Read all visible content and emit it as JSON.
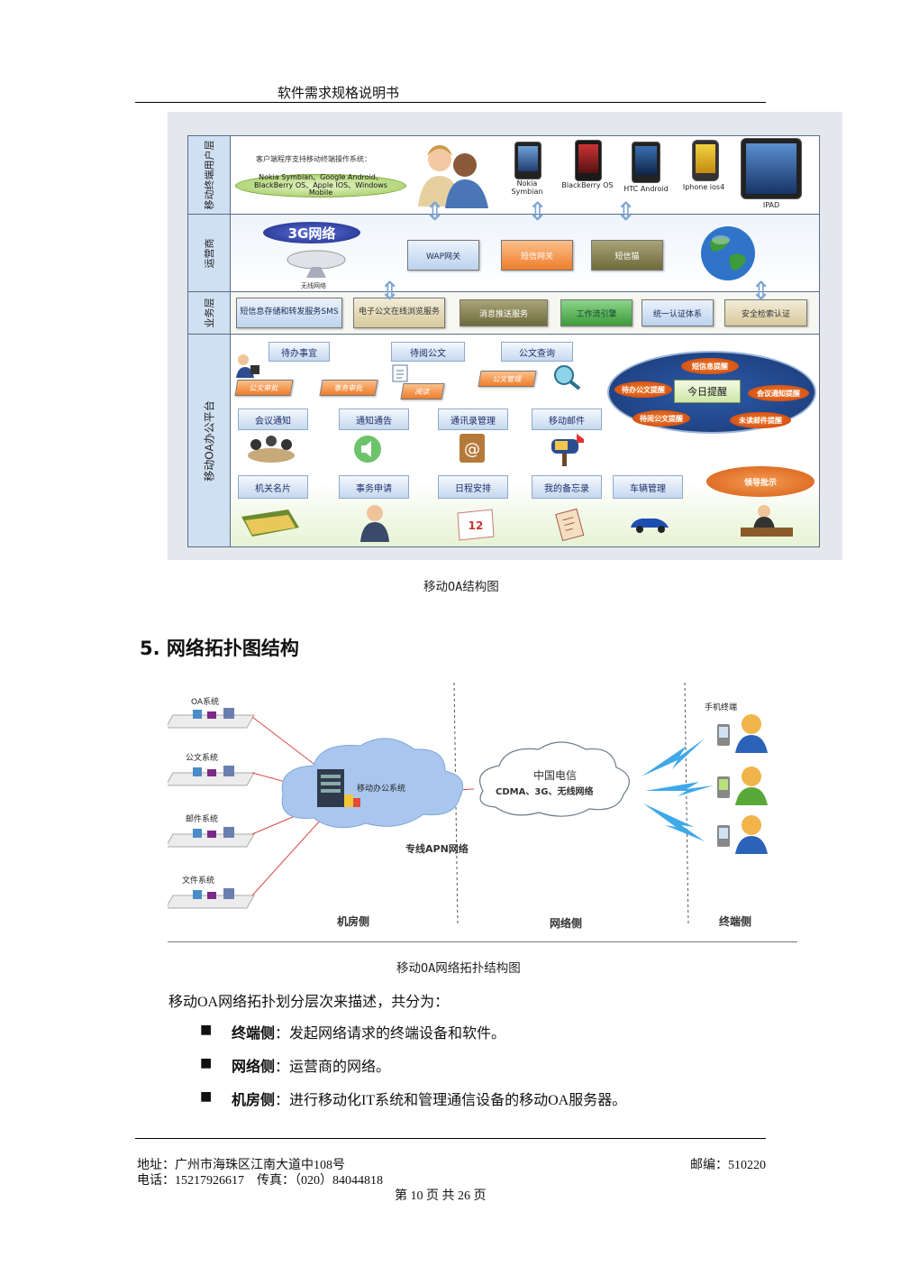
{
  "header": {
    "title": "软件需求规格说明书"
  },
  "figure1": {
    "caption": "移动OA结构图",
    "layers": {
      "users": "移动终端用户层",
      "carrier": "运营商",
      "service": "业务层",
      "platform": "移动OA办公平台"
    },
    "client_intro": "客户端程序支持移动终端操作系统：",
    "os_list": "Nokia Symbian、Google Android、BlackBerry OS、Apple IOS、Windows Mobile",
    "devices": [
      {
        "label": "Nokia Symbian"
      },
      {
        "label": "BlackBerry OS"
      },
      {
        "label": "HTC Android"
      },
      {
        "label": "Iphone  ios4"
      },
      {
        "label": "IPAD"
      }
    ],
    "network_3g": "3G网络",
    "wireless": "无线网络",
    "gateways": [
      "WAP网关",
      "短信网关",
      "短信猫"
    ],
    "services": [
      "短信息存储和转发服务SMS",
      "电子公文在线浏览服务",
      "消息推送服务",
      "工作流引擎",
      "统一认证体系",
      "安全检索认证"
    ],
    "flow": {
      "todo": "待办事宜",
      "pending_docs": "待阅公文",
      "doc_query": "公文查询",
      "doc_approve": "公文审批",
      "task_approve": "事务审批",
      "read": "阅读",
      "doc_manage": "公文管理"
    },
    "modules_row1": [
      "会议通知",
      "通知通告",
      "通讯录管理",
      "移动邮件"
    ],
    "modules_row2": [
      "机关名片",
      "事务申请",
      "日程安排",
      "我的备忘录",
      "车辆管理"
    ],
    "reminders": {
      "center": "今日提醒",
      "sms": "短信息提醒",
      "todo_doc": "待办公文提醒",
      "meeting": "会议通知提醒",
      "pending_doc": "待阅公文提醒",
      "unread_mail": "未读邮件提醒"
    },
    "leader": "领导批示"
  },
  "section": {
    "number": "5.",
    "title": "网络拓扑图结构"
  },
  "figure2": {
    "caption": "移动OA网络拓扑结构图",
    "systems": [
      "OA系统",
      "公文系统",
      "邮件系统",
      "文件系统"
    ],
    "server": "移动办公系统",
    "apn": "专线APN网络",
    "carrier_name": "中国电信",
    "carrier_sub": "CDMA、3G、无线网络",
    "terminal_label": "手机终端",
    "zones": [
      "机房侧",
      "网络侧",
      "终端侧"
    ]
  },
  "body": {
    "intro": "移动OA网络拓扑划分层次来描述，共分为：",
    "items": [
      {
        "term": "终端侧",
        "desc": "：发起网络请求的终端设备和软件。"
      },
      {
        "term": "网络侧",
        "desc": "：运营商的网络。"
      },
      {
        "term": "机房侧",
        "desc": "：进行移动化IT系统和管理通信设备的移动OA服务器。"
      }
    ]
  },
  "footer": {
    "address": "地址：广州市海珠区江南大道中108号",
    "postcode": "邮编：510220",
    "phone": "电话：15217926617    传真：（020）84044818",
    "page": "第 10 页 共 26 页"
  }
}
